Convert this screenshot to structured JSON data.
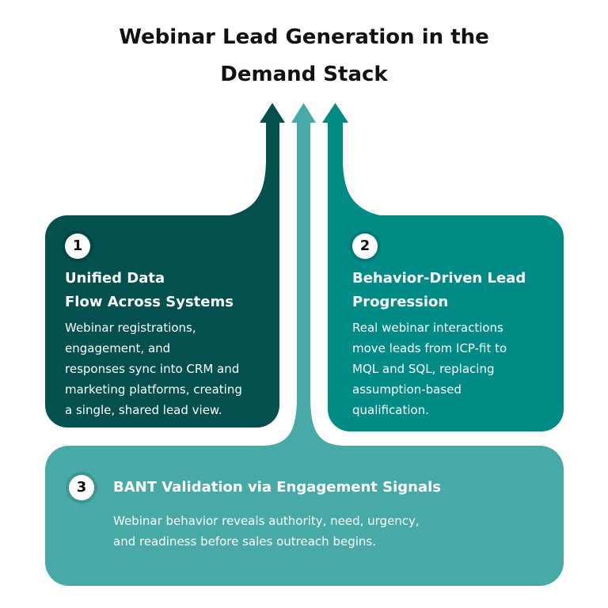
{
  "title": [
    "Webinar Lead Generation in the",
    "Demand Stack"
  ],
  "colors": {
    "dark": "#03504e",
    "mid": "#48aaa7",
    "teal": "#008b87"
  },
  "cards": [
    {
      "number": "1",
      "heading": [
        "Unified Data",
        "Flow Across Systems"
      ],
      "body": [
        "Webinar registrations,",
        "engagement, and",
        "responses sync into CRM and",
        "marketing platforms, creating",
        "a single, shared lead view."
      ]
    },
    {
      "number": "2",
      "heading": [
        "Behavior-Driven Lead",
        "Progression"
      ],
      "body": [
        "Real webinar interactions",
        "move leads from ICP-fit to",
        "MQL and SQL, replacing",
        "assumption-based",
        "qualification."
      ]
    },
    {
      "number": "3",
      "heading": [
        "BANT Validation via Engagement Signals"
      ],
      "body": [
        "Webinar behavior reveals authority, need, urgency,",
        "and readiness before sales outreach begins."
      ]
    }
  ]
}
